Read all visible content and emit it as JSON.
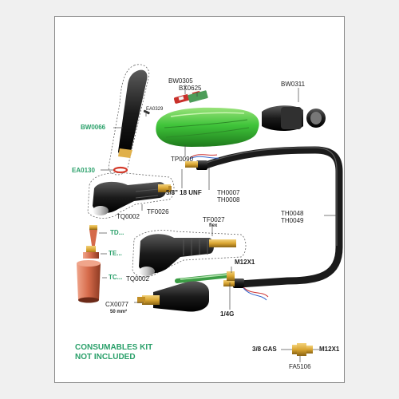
{
  "colors": {
    "accent_green": "#2aa06a",
    "handle_green": "#3fc43a",
    "cable_black": "#1b1b1b",
    "brass": "#d9a531",
    "copper": "#d56a4a"
  },
  "labels": {
    "bw0305": "BW0305",
    "bx0625": "BX0625",
    "bw0311": "BW0311",
    "ea0329": "EA0329",
    "bw0066": "BW0066",
    "ea0130": "EA0130",
    "tp0090": "TP0090",
    "unf": "5/8\" 18 UNF",
    "th0007": "TH0007",
    "th0008": "TH0008",
    "th0048": "TH0048",
    "th0049": "TH0049",
    "tq0002_top": "TQ0002",
    "tf0026": "TF0026",
    "tf0027": "TF0027",
    "flex": "flex",
    "td": "TD...",
    "te": "TE...",
    "tc": "TC...",
    "tq0002_bottom": "TQ0002",
    "m12x1_top": "M12X1",
    "cx0077": "CX0077",
    "mm50": "50 mm²",
    "quarter_g": "1/4G",
    "gas": "3/8 GAS",
    "m12x1_bottom": "M12X1",
    "fa5106": "FA5106"
  },
  "notice": {
    "line1": "CONSUMABLES KIT",
    "line2": "NOT INCLUDED"
  }
}
